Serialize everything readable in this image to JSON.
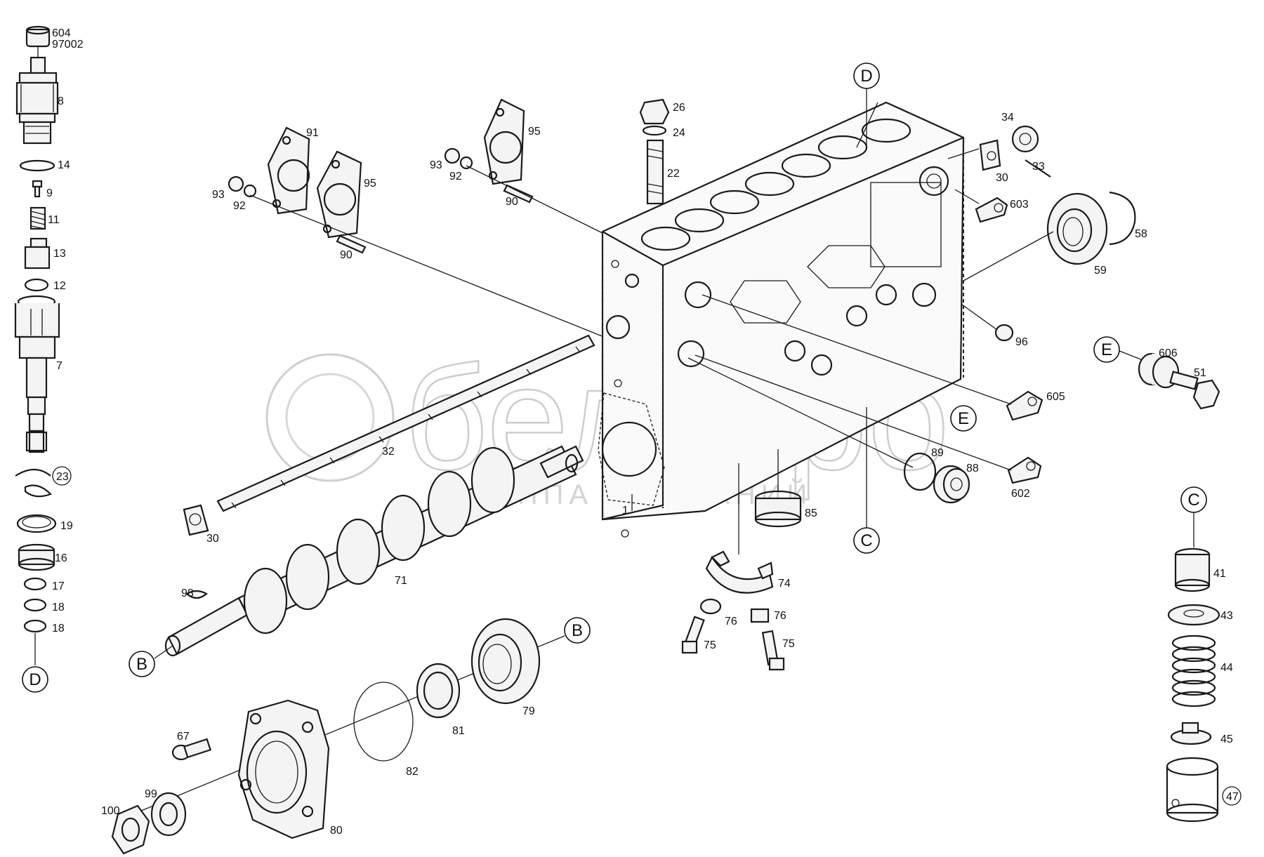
{
  "watermark": {
    "logo_text": "белагро",
    "subtitle": "ГРУППА КОМПАНИЙ"
  },
  "callouts": {
    "b_left": "B",
    "b_right": "B",
    "c_top": "C",
    "c_bottom": "C",
    "d_top": "D",
    "d_bottom": "D",
    "e_left": "E",
    "e_right": "E"
  },
  "labels": {
    "p604": "604",
    "p97002": "97002",
    "p8": "8",
    "p14": "14",
    "p9": "9",
    "p11": "11",
    "p13": "13",
    "p12": "12",
    "p7": "7",
    "p23": "23",
    "p19": "19",
    "p16": "16",
    "p17": "17",
    "p18a": "18",
    "p18b": "18",
    "p91": "91",
    "p95a": "95",
    "p93a": "93",
    "p92a": "92",
    "p90a": "90",
    "p95b": "95",
    "p93b": "93",
    "p92b": "92",
    "p90b": "90",
    "p26": "26",
    "p24": "24",
    "p22": "22",
    "p34": "34",
    "p30a": "30",
    "p33": "33",
    "p603": "603",
    "p58": "58",
    "p59": "59",
    "p96": "96",
    "p606": "606",
    "p51": "51",
    "p605": "605",
    "p89": "89",
    "p88": "88",
    "p602": "602",
    "p85": "85",
    "p1": "1",
    "p32": "32",
    "p30b": "30",
    "p71": "71",
    "p98": "98",
    "p74": "74",
    "p76a": "76",
    "p76b": "76",
    "p75a": "75",
    "p75b": "75",
    "p79": "79",
    "p81": "81",
    "p82": "82",
    "p67": "67",
    "p80": "80",
    "p99": "99",
    "p100": "100",
    "p41": "41",
    "p43": "43",
    "p44": "44",
    "p45": "45",
    "p47": "47"
  }
}
